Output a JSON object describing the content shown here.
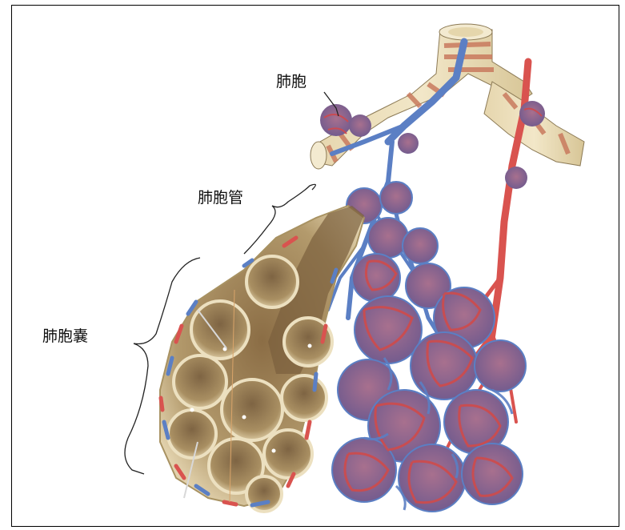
{
  "labels": {
    "alveolus": "肺胞",
    "alveolar_duct": "肺胞管",
    "alveolar_sac": "肺胞嚢"
  },
  "colors": {
    "artery": "#d9534f",
    "vein": "#5b7fc4",
    "tissue": "#b59a6a",
    "bronchiole_band": "#c97a5e",
    "capillary_purple": "#9a6aa8"
  }
}
